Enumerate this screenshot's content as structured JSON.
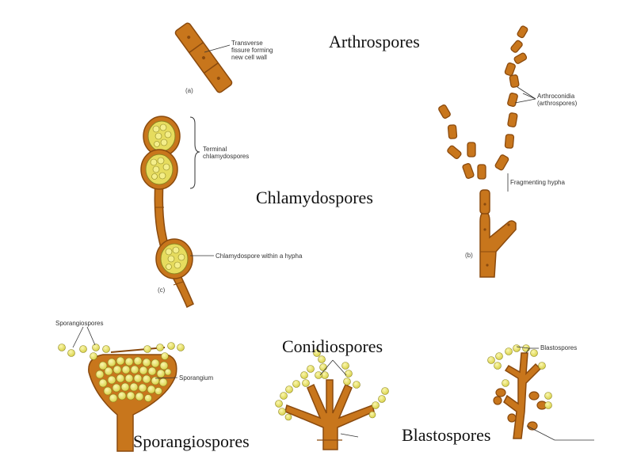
{
  "titles": {
    "arthrospores": "Arthrospores",
    "chlamydospores": "Chlamydospores",
    "conidiospores": "Conidiospores",
    "sporangiospores": "Sporangiospores",
    "blastospores": "Blastospores"
  },
  "labels": {
    "transverse_1": "Transverse",
    "transverse_2": "fissure forming",
    "transverse_3": "new cell wall",
    "panel_a": "(a)",
    "arthroconidia_1": "Arthroconidia",
    "arthroconidia_2": "(arthrospores)",
    "fragmenting": "Fragmenting hypha",
    "panel_b": "(b)",
    "terminal_1": "Terminal",
    "terminal_2": "chlamydospores",
    "within_hypha": "Chlamydospore within a hypha",
    "panel_c": "(c)",
    "sporangiospores_small": "Sporangiospores",
    "sporangium": "Sporangium",
    "blastospores_small": "Blastospores"
  },
  "colors": {
    "hypha": "#C8761C",
    "hypha_outline": "#8A4A0E",
    "spore": "#E9E36A",
    "spore_outline": "#8C8420",
    "label_line": "#333333"
  }
}
